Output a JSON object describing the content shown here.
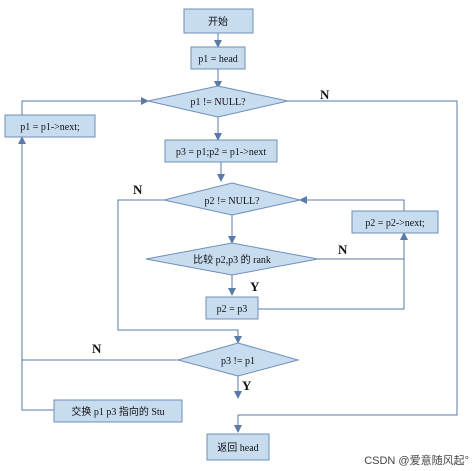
{
  "nodes": {
    "start": "开始",
    "init_p1": "p1 = head",
    "cond_p1": "p1 != NULL?",
    "assign_p3_p2": "p3 = p1;p2 = p1->next",
    "cond_p2": "p2 != NULL?",
    "compare_rank": "比较 p2,p3 的 rank",
    "assign_p2_p3": "p2 = p3",
    "cond_p3_p1": "p3 != p1",
    "swap": "交换 p1 p3  指向的 Stu",
    "return_head": "返回 head",
    "advance_p1": "p1 = p1->next;",
    "advance_p2": "p2 = p2->next;"
  },
  "labels": {
    "n_outer": "N",
    "n_inner": "N",
    "n_compare": "N",
    "y_compare": "Y",
    "n_cond3": "N",
    "y_cond3": "Y"
  },
  "watermark": "CSDN @爱意随风起°"
}
